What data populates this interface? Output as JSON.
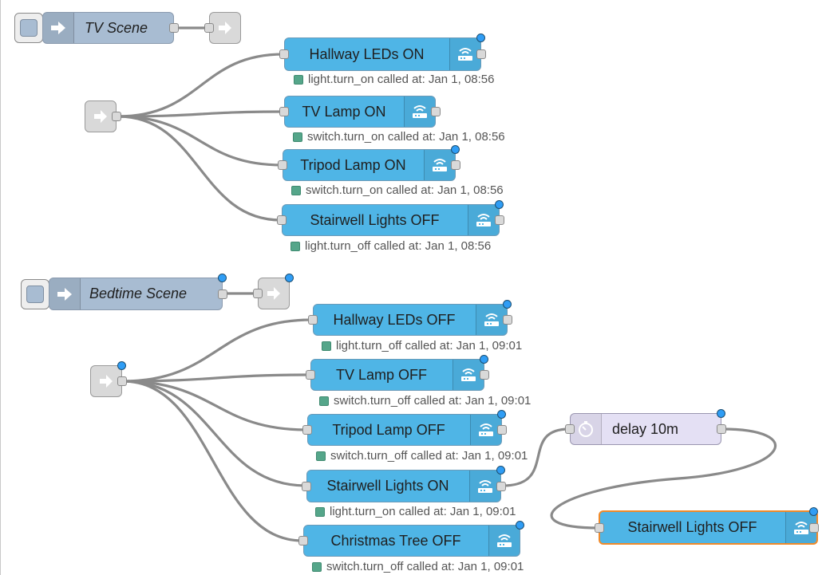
{
  "flows": {
    "tv": {
      "scene_label": "TV Scene",
      "nodes": [
        {
          "label": "Hallway LEDs ON",
          "status": "light.turn_on called at: Jan 1, 08:56"
        },
        {
          "label": "TV Lamp ON",
          "status": "switch.turn_on called at: Jan 1, 08:56"
        },
        {
          "label": "Tripod Lamp ON",
          "status": "switch.turn_on called at: Jan 1, 08:56"
        },
        {
          "label": "Stairwell Lights OFF",
          "status": "light.turn_off called at: Jan 1, 08:56"
        }
      ]
    },
    "bedtime": {
      "scene_label": "Bedtime Scene",
      "nodes": [
        {
          "label": "Hallway LEDs OFF",
          "status": "light.turn_off called at: Jan 1, 09:01"
        },
        {
          "label": "TV Lamp OFF",
          "status": "switch.turn_off called at: Jan 1, 09:01"
        },
        {
          "label": "Tripod Lamp OFF",
          "status": "switch.turn_off called at: Jan 1, 09:01"
        },
        {
          "label": "Stairwell Lights ON",
          "status": "light.turn_on called at: Jan 1, 09:01"
        },
        {
          "label": "Christmas Tree OFF",
          "status": "switch.turn_off called at: Jan 1, 09:01"
        }
      ],
      "delay_label": "delay 10m",
      "final_label": "Stairwell Lights OFF"
    }
  },
  "icons": {
    "ha_node": "router-wifi-icon",
    "scene_node": "link-out-arrow-icon",
    "link_in": "link-in-arrow-icon",
    "link_out": "link-out-arrow-icon",
    "delay_node": "timer-icon"
  },
  "colors": {
    "ha_node": "#4fb5e6",
    "scene_node": "#a8bcd2",
    "link_node": "#d9d9d9",
    "delay_node": "#e4e0f4",
    "wire": "#8a8a8a",
    "status_dot": "#2f9df5",
    "status_square": "#55a68a",
    "selected_border": "#f08a2a"
  }
}
